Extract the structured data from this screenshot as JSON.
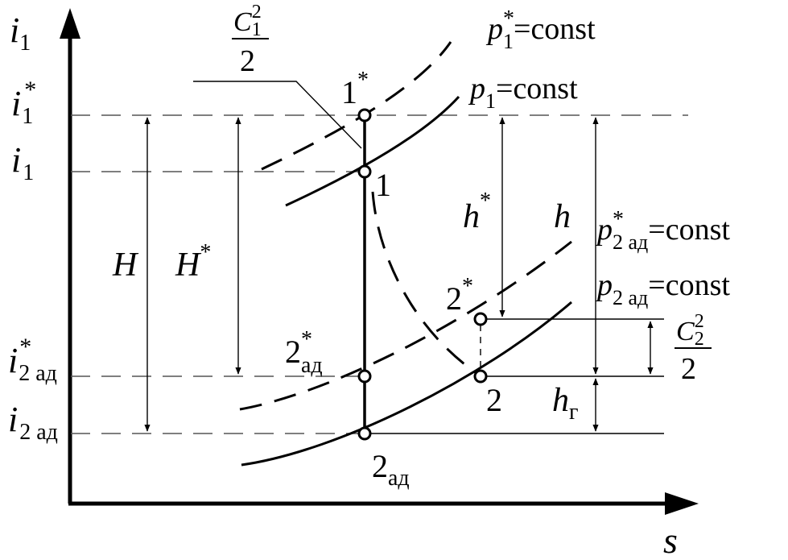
{
  "axes": {
    "y_label": "i",
    "y_label_sub": "1",
    "x_label": "s"
  },
  "y_levels": [
    {
      "base": "i",
      "sup": "*",
      "sub": "1"
    },
    {
      "base": "i",
      "sup": "",
      "sub": "1"
    },
    {
      "base": "i",
      "sup": "*",
      "sub": "2 ад"
    },
    {
      "base": "i",
      "sup": "",
      "sub": "2 ад"
    }
  ],
  "isobars": {
    "p1_star": {
      "base": "p",
      "sup": "*",
      "sub": "1",
      "eq": "=",
      "value": "const"
    },
    "p1": {
      "base": "p",
      "sub": "1",
      "eq": "=",
      "value": "const"
    },
    "p2ad_star": {
      "base": "p",
      "sup": "*",
      "sub": "2 ад",
      "eq": "=",
      "value": "const"
    },
    "p2ad": {
      "base": "p",
      "sub": "2 ад",
      "eq": "=",
      "value": "const"
    }
  },
  "points": {
    "p1_star": {
      "base": "1",
      "sup": "*"
    },
    "p1": {
      "base": "1"
    },
    "p2ad_star": {
      "base": "2",
      "sup": "*",
      "sub": "ад"
    },
    "p2_star": {
      "base": "2",
      "sup": "*"
    },
    "p2": {
      "base": "2"
    },
    "p2ad": {
      "base": "2",
      "sub": "ад"
    }
  },
  "dimensions": {
    "H": "H",
    "H_star": {
      "base": "H",
      "sup": "*"
    },
    "h_star": {
      "base": "h",
      "sup": "*"
    },
    "h": "h",
    "hr": {
      "base": "h",
      "sub": "г"
    }
  },
  "fractions": {
    "c1": {
      "num_base": "C",
      "num_sub": "1",
      "num_sup": "2",
      "den": "2"
    },
    "c2": {
      "num_base": "C",
      "num_sub": "2",
      "num_sup": "2",
      "den": "2"
    }
  }
}
